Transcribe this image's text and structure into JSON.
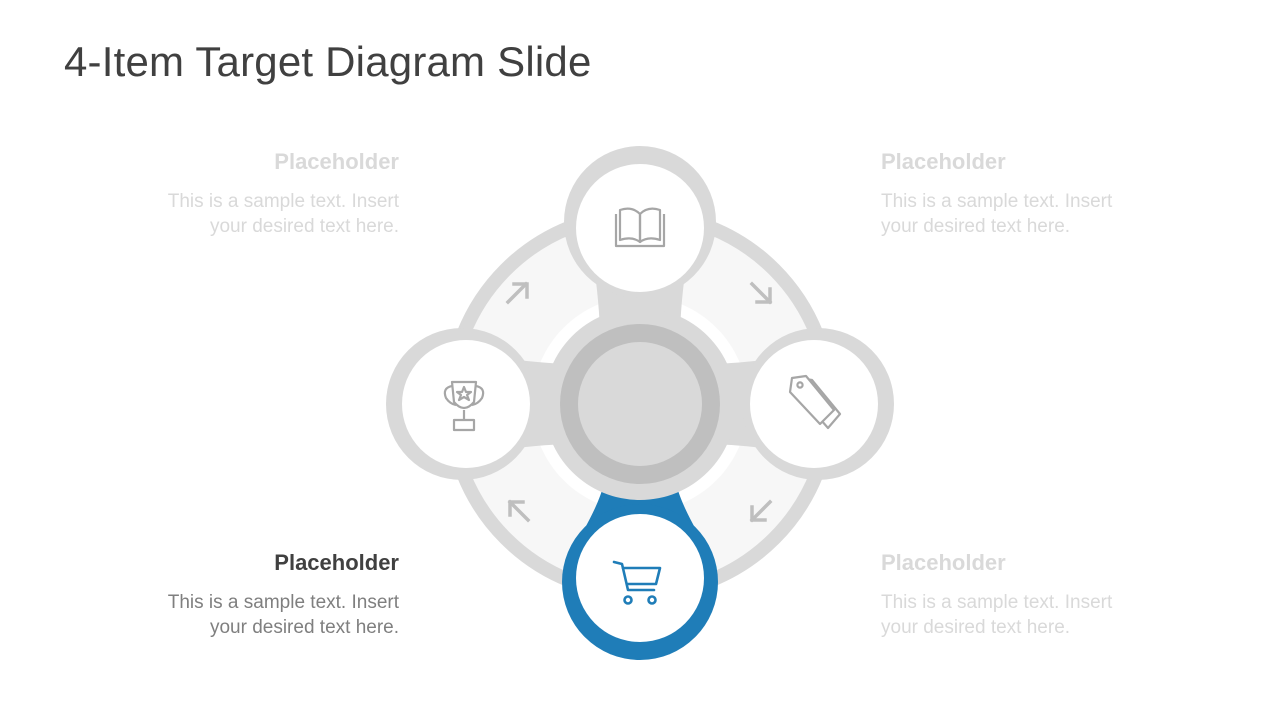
{
  "slide": {
    "title": "4-Item Target Diagram Slide"
  },
  "colors": {
    "accent": "#1F7DB8",
    "inactive": "#D9D9D9",
    "hub_ring": "#BFBFBF",
    "icon_gray": "#A6A6A6",
    "text_dark": "#404040",
    "text_gray": "#7F7F7F"
  },
  "items": [
    {
      "id": "top",
      "icon": "book-icon",
      "state": "inactive"
    },
    {
      "id": "right",
      "icon": "price-tags-icon",
      "state": "inactive"
    },
    {
      "id": "bottom",
      "icon": "shopping-cart-icon",
      "state": "active"
    },
    {
      "id": "left",
      "icon": "trophy-icon",
      "state": "inactive"
    }
  ],
  "callouts": {
    "top_left": {
      "heading": "Placeholder",
      "body_line1": "This is a sample text. Insert",
      "body_line2": "your desired text here."
    },
    "top_right": {
      "heading": "Placeholder",
      "body_line1": "This is a sample text. Insert",
      "body_line2": "your desired text here."
    },
    "bottom_left": {
      "heading": "Placeholder",
      "body_line1": "This is a sample text. Insert",
      "body_line2": "your desired text here."
    },
    "bottom_right": {
      "heading": "Placeholder",
      "body_line1": "This is a sample text. Insert",
      "body_line2": "your desired text here."
    }
  },
  "arrows": [
    "arrow-up-right-icon",
    "arrow-down-right-icon",
    "arrow-down-left-icon",
    "arrow-up-left-icon"
  ]
}
